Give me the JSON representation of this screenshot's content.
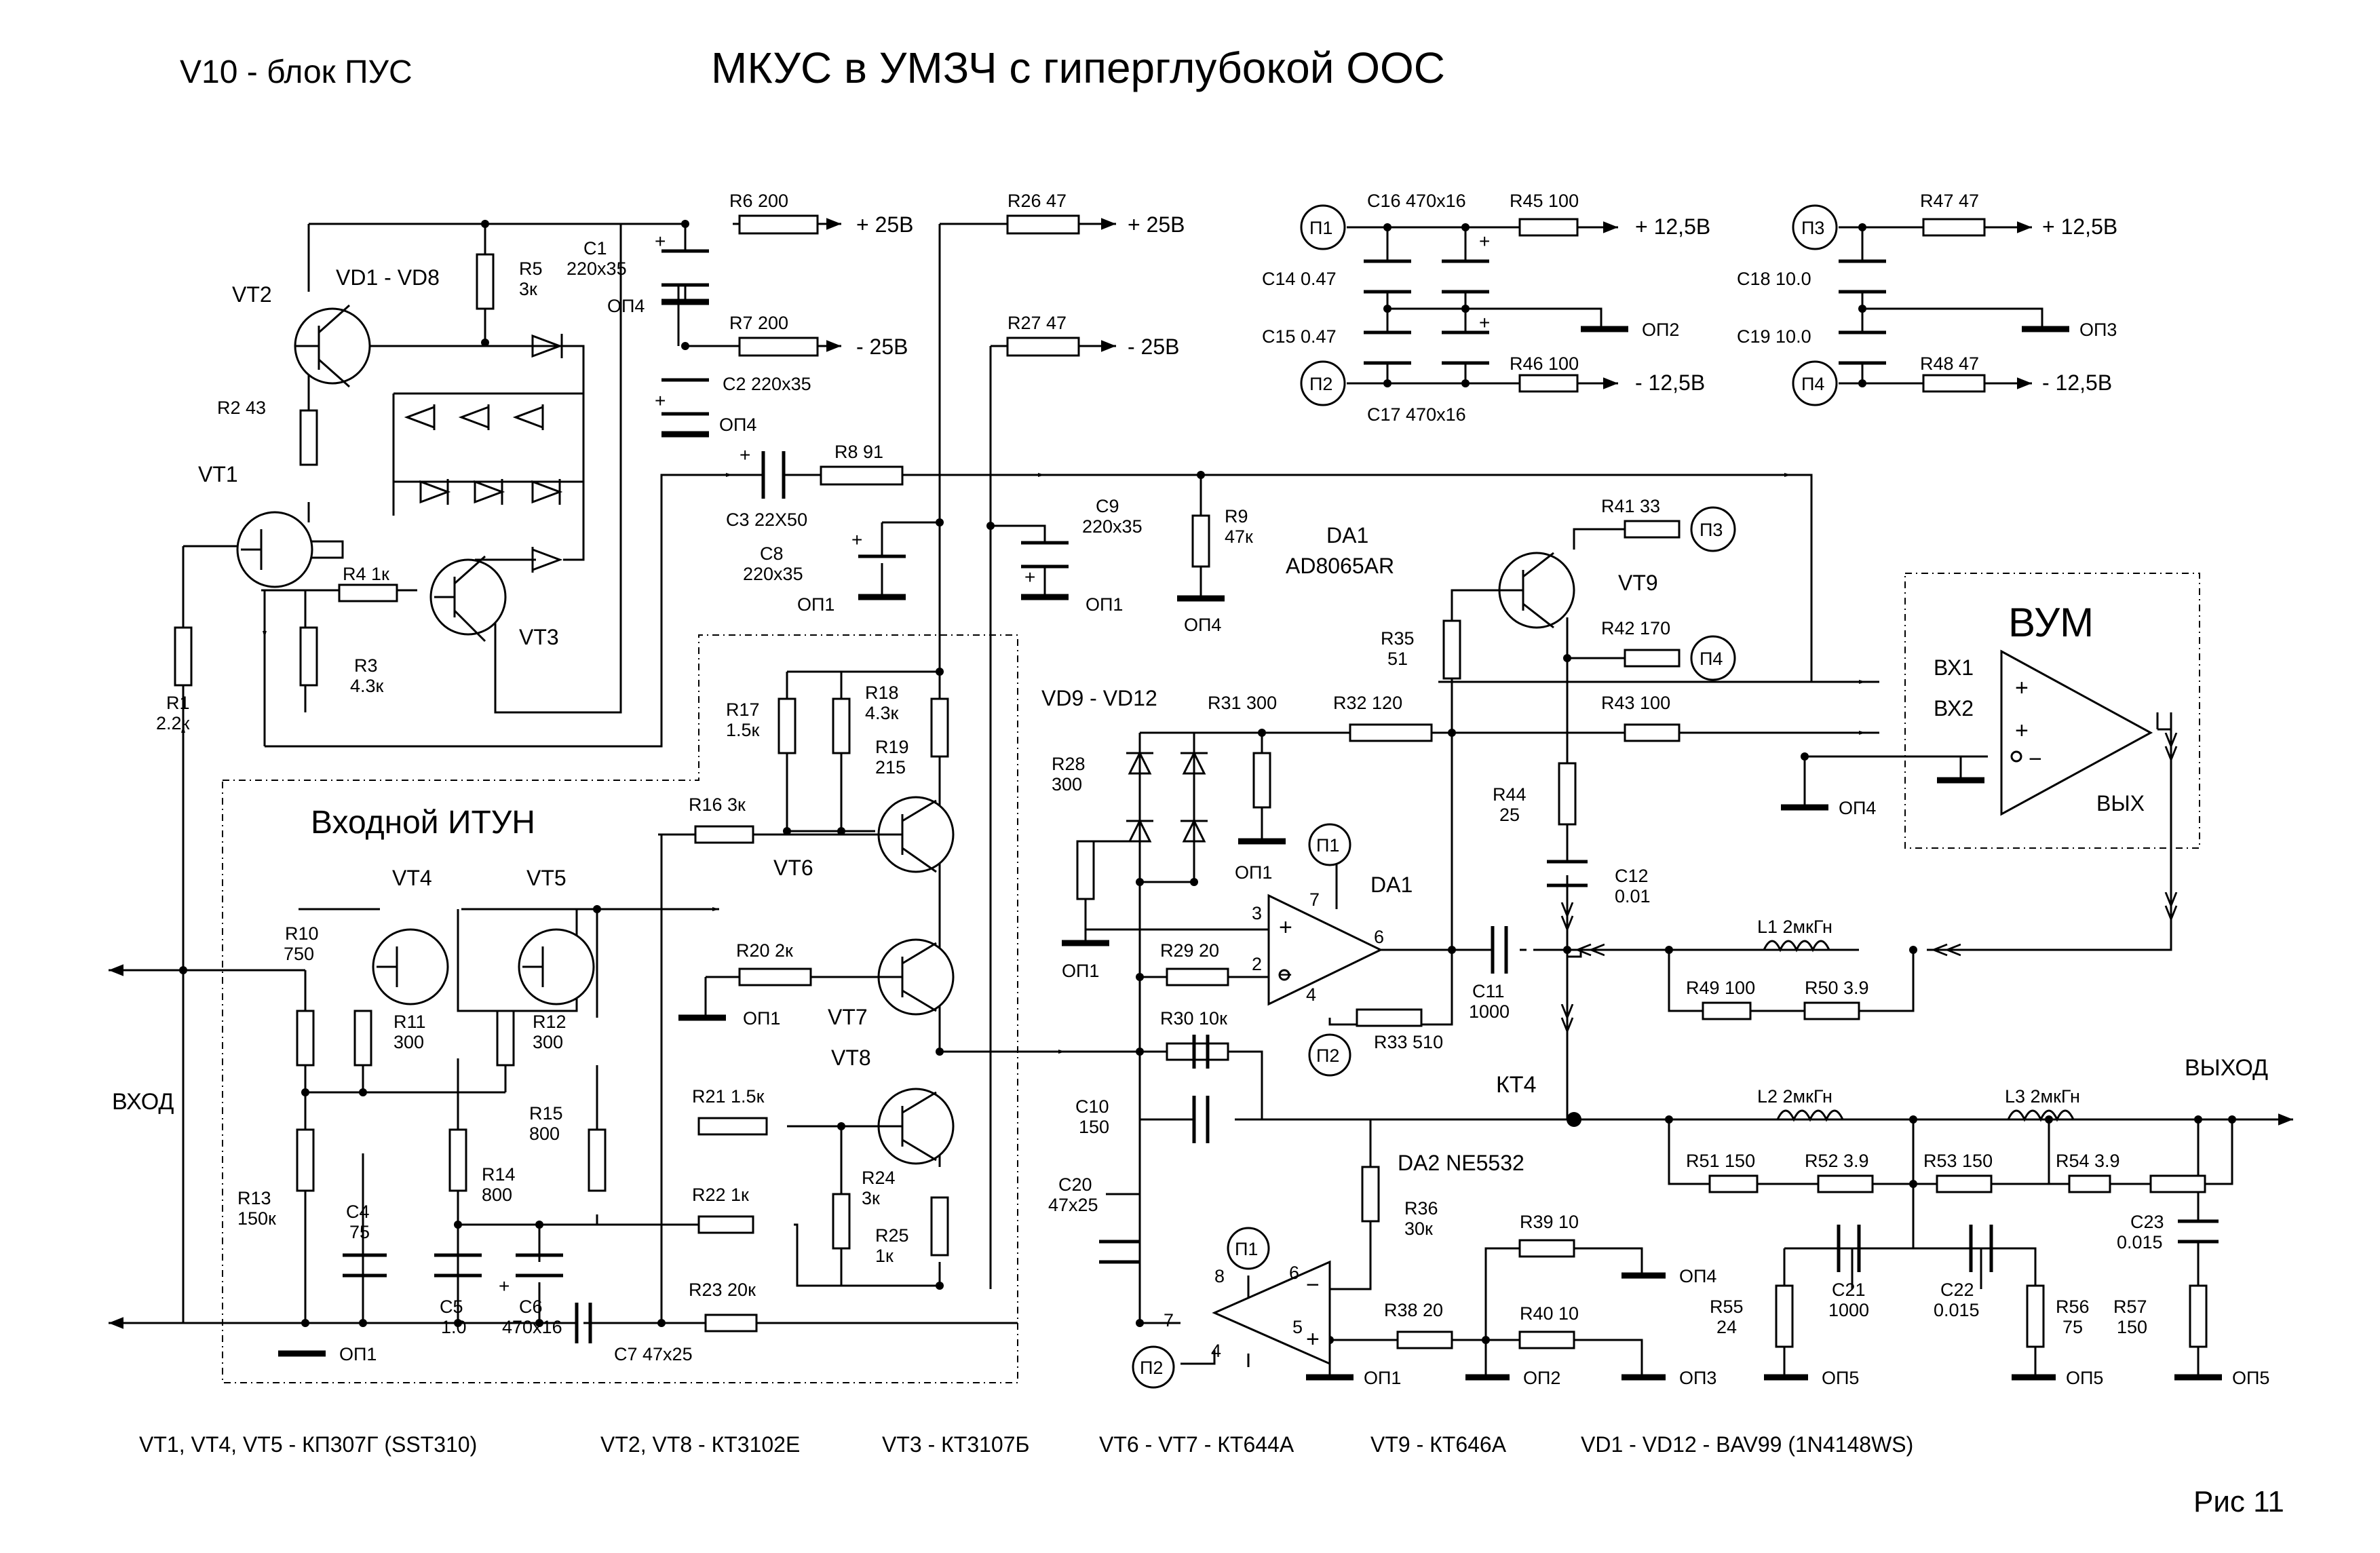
{
  "header": {
    "block": "V10 - блок ПУС",
    "title": "МКУС в УМЗЧ с гиперглубокой ООС"
  },
  "figure_number": "Рис 11",
  "blocks": {
    "itun": "Входной ИТУН",
    "vum": "ВУМ",
    "vum_in1": "ВХ1",
    "vum_in2": "ВХ2",
    "vum_out": "ВЫХ"
  },
  "ports": {
    "input": "ВХОД",
    "output": "ВЫХОД",
    "kt4": "КТ4"
  },
  "rails": {
    "p25": "+ 25В",
    "m25": "- 25В",
    "p12": "+ 12,5В",
    "m12": "- 12,5В"
  },
  "nodes": {
    "p1": "П1",
    "p2": "П2",
    "p3": "П3",
    "p4": "П4"
  },
  "grounds": {
    "op1": "ОП1",
    "op2": "ОП2",
    "op3": "ОП3",
    "op4": "ОП4",
    "op5": "ОП5"
  },
  "semis": {
    "vt1": "VT1",
    "vt2": "VT2",
    "vt3": "VT3",
    "vt4": "VT4",
    "vt5": "VT5",
    "vt6": "VT6",
    "vt7": "VT7",
    "vt8": "VT8",
    "vt9": "VT9",
    "vd1_8": "VD1 - VD8",
    "vd9_12": "VD9 - VD12",
    "da1_name": "DA1",
    "da1_part": "AD8065AR",
    "da1": "DA1",
    "da2": "DA2  NE5532"
  },
  "components": {
    "R1": [
      "R1",
      "2.2к"
    ],
    "R2": [
      "R2  43",
      ""
    ],
    "R3": [
      "R3",
      "4.3к"
    ],
    "R4": [
      "R4  1к",
      ""
    ],
    "R5": [
      "R5",
      "3к"
    ],
    "R6": [
      "R6  200",
      ""
    ],
    "R7": [
      "R7  200",
      ""
    ],
    "R8": [
      "R8  91",
      ""
    ],
    "R9": [
      "R9",
      "47к"
    ],
    "R10": [
      "R10",
      "750"
    ],
    "R11": [
      "R11",
      "300"
    ],
    "R12": [
      "R12",
      "300"
    ],
    "R13": [
      "R13",
      "150к"
    ],
    "R14": [
      "R14",
      "800"
    ],
    "R15": [
      "R15",
      "800"
    ],
    "R16": [
      "R16  3к",
      ""
    ],
    "R17": [
      "R17",
      "1.5к"
    ],
    "R18": [
      "R18",
      "4.3к"
    ],
    "R19": [
      "R19",
      "215"
    ],
    "R20": [
      "R20  2к",
      ""
    ],
    "R21": [
      "R21  1.5к",
      ""
    ],
    "R22": [
      "R22  1к",
      ""
    ],
    "R23": [
      "R23  20к",
      ""
    ],
    "R24": [
      "R24",
      "3к"
    ],
    "R25": [
      "R25",
      "1к"
    ],
    "R26": [
      "R26  47",
      ""
    ],
    "R27": [
      "R27  47",
      ""
    ],
    "R28": [
      "R28",
      "300"
    ],
    "R29": [
      "R29  20",
      ""
    ],
    "R30": [
      "R30  10к",
      ""
    ],
    "R31": [
      "R31  300",
      ""
    ],
    "R32": [
      "R32  120",
      ""
    ],
    "R33": [
      "R33  510",
      ""
    ],
    "R35": [
      "R35",
      "51"
    ],
    "R36": [
      "R36",
      "30к"
    ],
    "R38": [
      "R38  20",
      ""
    ],
    "R39": [
      "R39  10",
      ""
    ],
    "R40": [
      "R40  10",
      ""
    ],
    "R41": [
      "R41  33",
      ""
    ],
    "R42": [
      "R42  170",
      ""
    ],
    "R43": [
      "R43  100",
      ""
    ],
    "R44": [
      "R44",
      "25"
    ],
    "R45": [
      "R45  100",
      ""
    ],
    "R46": [
      "R46  100",
      ""
    ],
    "R47": [
      "R47  47",
      ""
    ],
    "R48": [
      "R48  47",
      ""
    ],
    "R49": [
      "R49  100",
      ""
    ],
    "R50": [
      "R50  3.9",
      ""
    ],
    "R51": [
      "R51  150",
      ""
    ],
    "R52": [
      "R52  3.9",
      ""
    ],
    "R53": [
      "R53  150",
      ""
    ],
    "R54": [
      "R54  3.9",
      ""
    ],
    "R55": [
      "R55",
      "24"
    ],
    "R56": [
      "R56",
      "75"
    ],
    "R57": [
      "R57",
      "150"
    ],
    "C1": [
      "C1",
      "220x35"
    ],
    "C2": [
      "C2  220x35",
      ""
    ],
    "C3": [
      "C3   22X50",
      ""
    ],
    "C4": [
      "C4",
      "75"
    ],
    "C5": [
      "C5",
      "1.0"
    ],
    "C6": [
      "C6",
      "470x16"
    ],
    "C7": [
      "C7   47x25",
      ""
    ],
    "C8": [
      "C8",
      "220x35"
    ],
    "C9": [
      "C9",
      "220x35"
    ],
    "C10": [
      "C10",
      "150"
    ],
    "C11": [
      "C11",
      "1000"
    ],
    "C12": [
      "C12",
      "0.01"
    ],
    "C14": [
      "C14 0.47",
      ""
    ],
    "C15": [
      "C15 0.47",
      ""
    ],
    "C16": [
      "C16  470x16",
      ""
    ],
    "C17": [
      "C17  470x16",
      ""
    ],
    "C18": [
      "C18 10.0",
      ""
    ],
    "C19": [
      "C19 10.0",
      ""
    ],
    "C20": [
      "C20",
      "47x25"
    ],
    "C21": [
      "C21",
      "1000"
    ],
    "C22": [
      "C22",
      "0.015"
    ],
    "C23": [
      "C23",
      "0.015"
    ],
    "L1": [
      "L1   2мкГн",
      ""
    ],
    "L2": [
      "L2   2мкГн",
      ""
    ],
    "L3": [
      "L3   2мкГн",
      ""
    ]
  },
  "pins": {
    "p2": "2",
    "p3": "3",
    "p4": "4",
    "p5": "5",
    "p6": "6",
    "p7": "7",
    "p8": "8"
  },
  "footer": {
    "vt1_4_5": "VT1, VT4, VT5 - КП307Г  (SST310)",
    "vt2_8": "VT2, VT8 - КТ3102Е",
    "vt3": "VT3 - КТ3107Б",
    "vt6_7": "VT6 - VT7 - КТ644А",
    "vt9": "VT9 - КТ646А",
    "vd": "VD1 - VD12 - BAV99 (1N4148WS)"
  }
}
